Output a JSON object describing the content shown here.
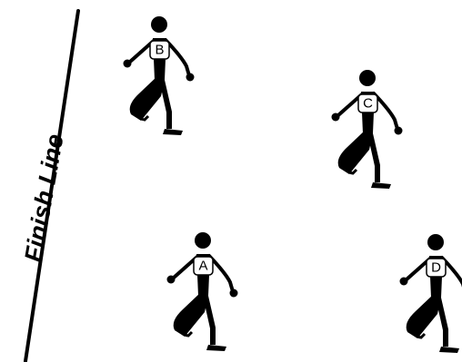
{
  "finish_line": {
    "label": "Finish Line"
  },
  "runners": [
    {
      "id": "runner-b",
      "bib": "B"
    },
    {
      "id": "runner-c",
      "bib": "C"
    },
    {
      "id": "runner-a",
      "bib": "A"
    },
    {
      "id": "runner-d",
      "bib": "D"
    }
  ],
  "colors": {
    "ink": "#000000",
    "background": "#ffffff",
    "bib_fill": "#ffffff"
  }
}
